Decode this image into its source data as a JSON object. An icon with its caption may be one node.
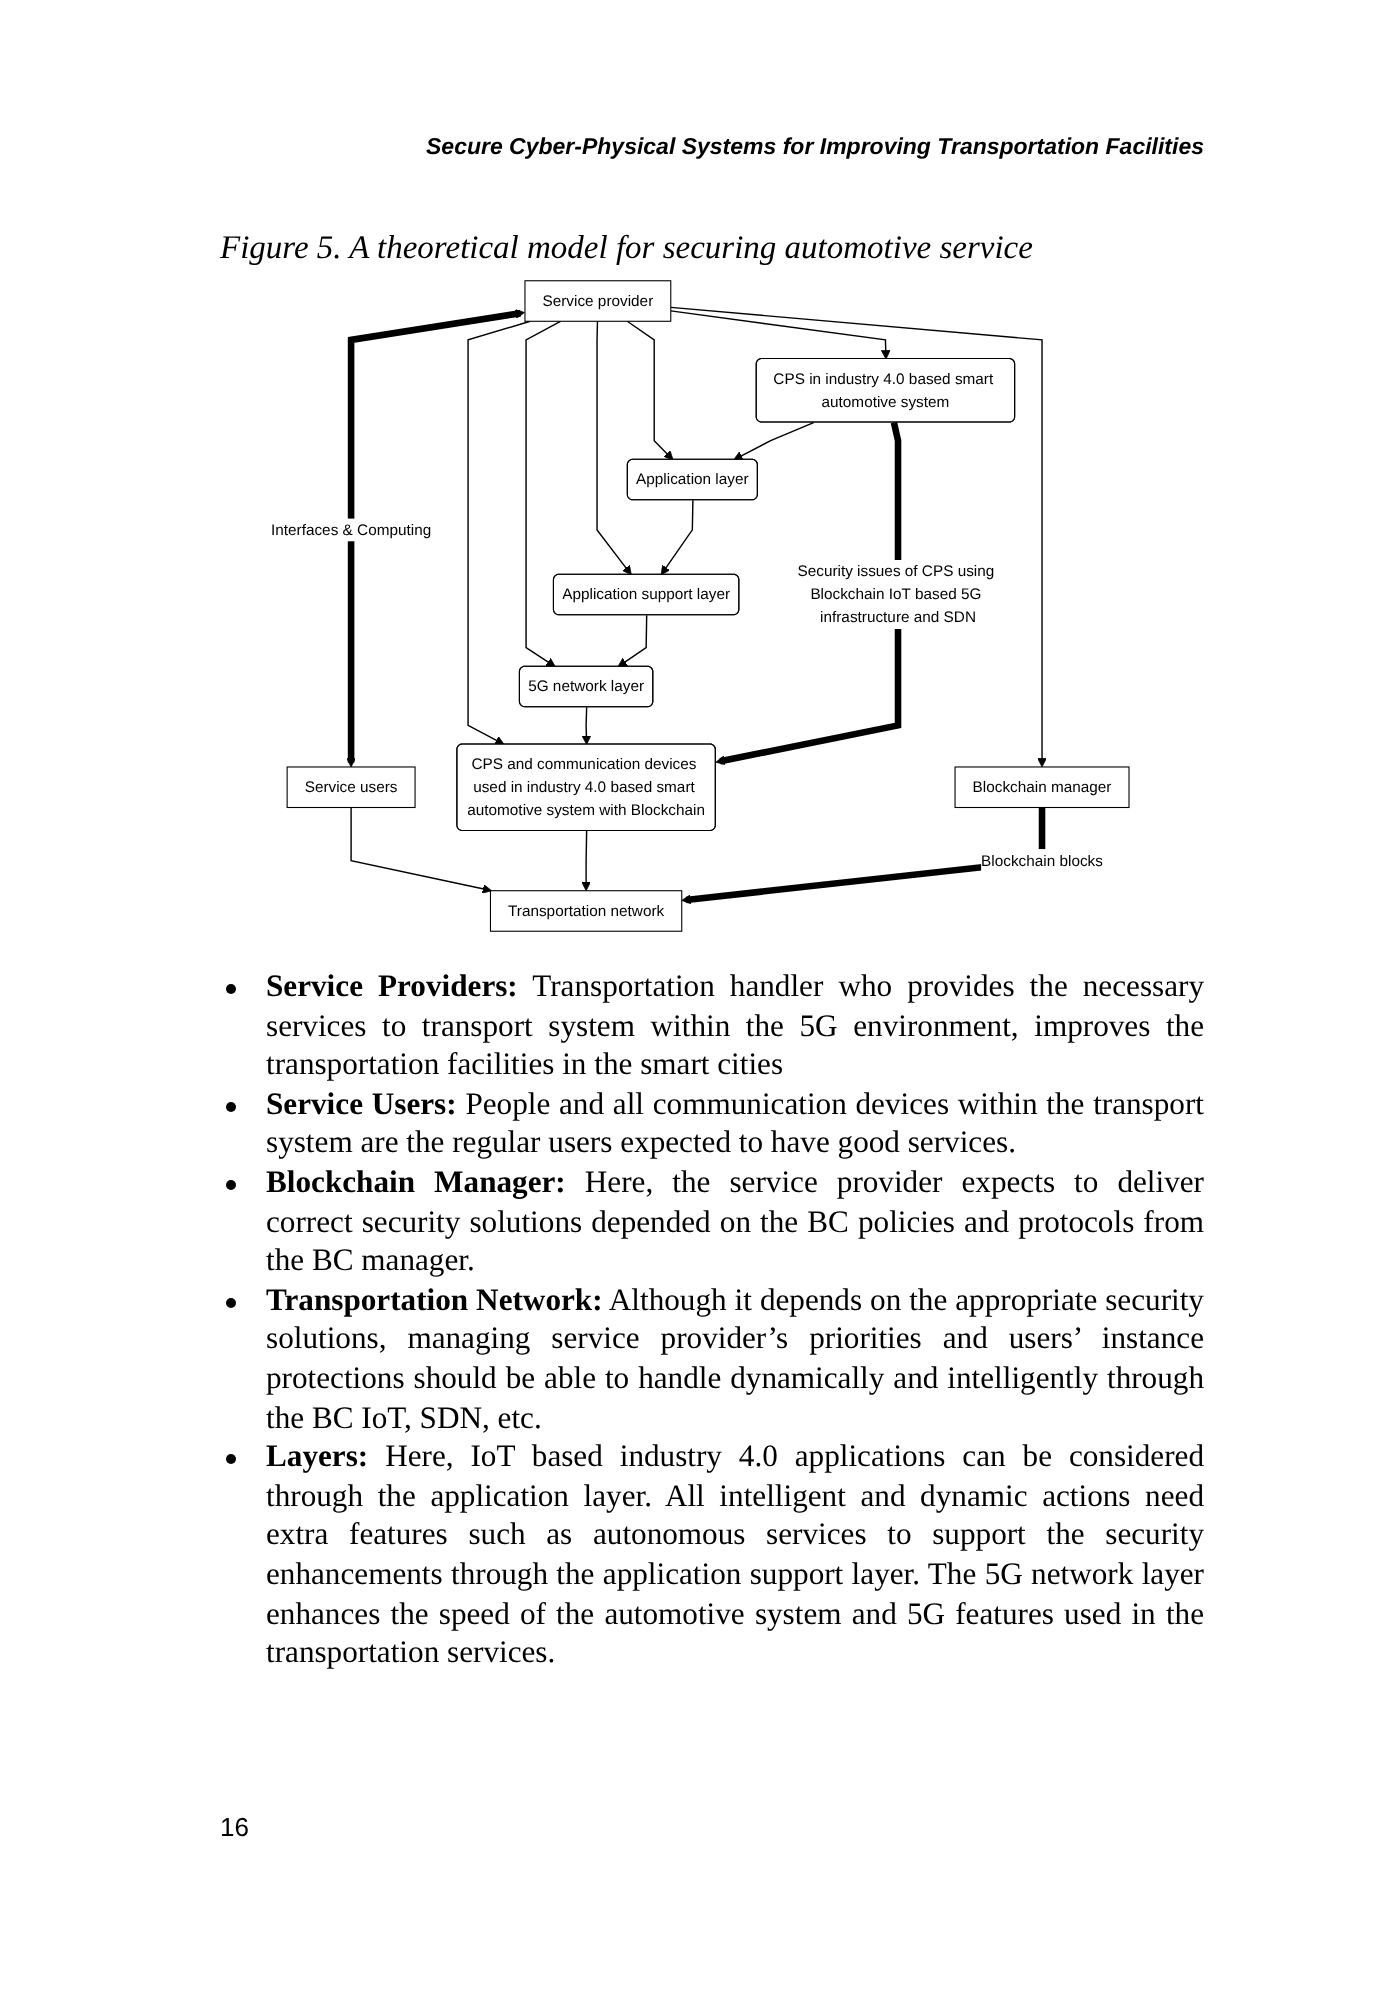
{
  "diagram": {
    "caption": "Figure 5. A theoretical model for securing automotive service",
    "nodes": [
      {
        "text": [
          "Service provider"
        ]
      },
      {
        "text": [
          "Service users"
        ]
      },
      {
        "text": [
          "CPS in industry 4.0 based smart automotive system"
        ]
      },
      {
        "text": [
          "Application layer"
        ]
      },
      {
        "text": [
          "Application support layer"
        ]
      },
      {
        "text": [
          "5G network layer"
        ]
      },
      {
        "text": [
          "CPS and communication devices used in industry 4.0 based smart automotive system with Blockchain"
        ]
      },
      {
        "text": [
          "Blockchain manager"
        ]
      },
      {
        "text": [
          "Transportation network"
        ]
      }
    ],
    "edges": [
      {
        "from": 0,
        "to": 1,
        "arrow": "both",
        "label": "Interfaces & Computing",
        "style": "thick"
      },
      {
        "from": 0,
        "to": 2,
        "arrow": "to"
      },
      {
        "from": 0,
        "to": 3,
        "arrow": "to"
      },
      {
        "from": 0,
        "to": 4,
        "arrow": "to"
      },
      {
        "from": 0,
        "to": 5,
        "arrow": "to"
      },
      {
        "from": 0,
        "to": 6,
        "arrow": "to"
      },
      {
        "from": 0,
        "to": 7,
        "arrow": "to"
      },
      {
        "from": 2,
        "to": 3,
        "arrow": "to"
      },
      {
        "from": 3,
        "to": 4,
        "arrow": "to"
      },
      {
        "from": 4,
        "to": 5,
        "arrow": "to"
      },
      {
        "from": 5,
        "to": 6,
        "arrow": "to"
      },
      {
        "from": 2,
        "to": 6,
        "arrow": "to",
        "label": "Security issues of CPS using Blockchain IoT based 5G infrastructure and SDN",
        "style": "thick"
      },
      {
        "from": 1,
        "to": 8,
        "arrow": "to"
      },
      {
        "from": 6,
        "to": 8,
        "arrow": "to"
      },
      {
        "from": 7,
        "to": 8,
        "arrow": "to",
        "label": "Blockchain blocks",
        "style": "thick"
      }
    ],
    "labels": [
      "Secure Cyber-Physical Systems for Improving Transportation Facilities",
      "**Service Providers:** Transportation handler who provides the necessary services to transport system within the 5G environment, improves the transportation facilities in the smart cities",
      "**Service Users:** People and all communication devices within the transport system are the regular users expected to have good services.",
      "**Blockchain Manager:** Here, the service provider expects to deliver correct security solutions depended on the BC policies and protocols from the BC manager.",
      "**Transportation Network:** Although it depends on the appropriate security solutions, managing service provider’s priorities and users’ instance protections should be able to handle dynamically and intelligently through the BC IoT, SDN, etc.",
      "**Layers:** Here, IoT based industry 4.0 applications can be considered through the application layer. All intelligent and dynamic actions need extra features such as autonomous services to support the security enhancements through the application support layer. The 5G network layer enhances the speed of the automotive system and 5G features used in the transportation services.",
      "16"
    ]
  }
}
